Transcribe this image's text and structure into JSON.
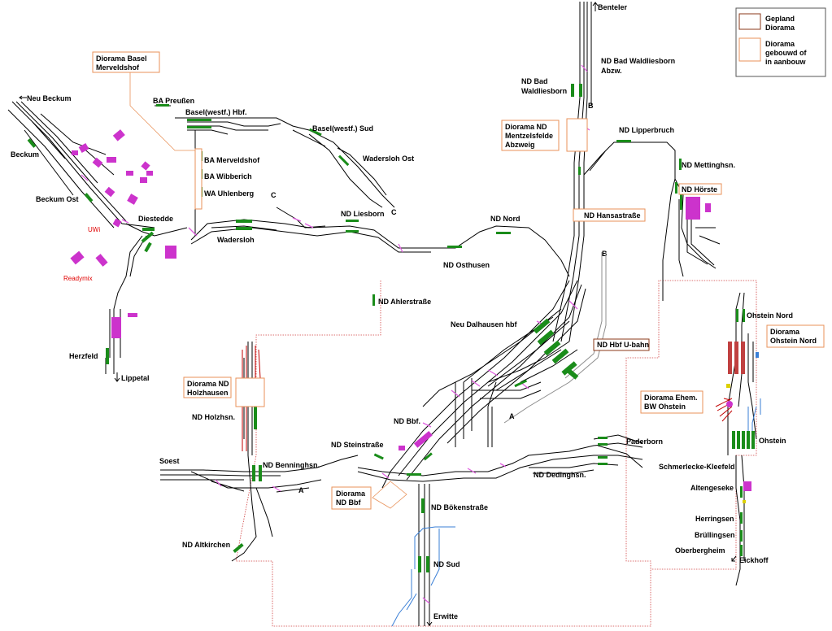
{
  "legend": {
    "planned_label_1": "Gepland",
    "planned_label_2": "Diorama",
    "built_label_1": "Diorama",
    "built_label_2": "gebouwd of",
    "built_label_3": "in aanbouw",
    "planned_color": "#8b3a1a",
    "built_color": "#e8925a"
  },
  "stations": {
    "benteler": "Benteler",
    "nd_bad_waldliesborn_abzw_1": "ND Bad Waldliesborn",
    "nd_bad_waldliesborn_abzw_2": "Abzw.",
    "nd_bad_1": "ND Bad",
    "nd_bad_2": "Waldliesborn",
    "b_top": "B",
    "neu_beckum": "Neu Beckum",
    "beckum": "Beckum",
    "beckum_ost": "Beckum Ost",
    "uwi": "UWi",
    "readymix": "Readymix",
    "diestedde": "Diestedde",
    "ba_preussen": "BA Preußen",
    "basel_hbf": "Basel(westf.) Hbf.",
    "basel_sud": "Basel(westf.) Sud",
    "wadersloh_ost": "Wadersloh Ost",
    "c_right": "C",
    "c_left": "C",
    "ba_merveldshof": "BA Merveldshof",
    "ba_wibberich": "BA Wibberich",
    "wa_uhlenberg": "WA Uhlenberg",
    "wadersloh": "Wadersloh",
    "nd_liesborn": "ND Liesborn",
    "nd_nord": "ND Nord",
    "nd_osthusen": "ND Osthusen",
    "nd_ahlerstrasse": "ND Ahlerstraße",
    "nd_lipperbruch": "ND Lipperbruch",
    "nd_mettinghsn": "ND Mettinghsn.",
    "nd_horste": "ND Hörste",
    "nd_hansastrasse": "ND Hansastraße",
    "b_right": "B",
    "neu_dalhausen_hbf": "Neu Dalhausen hbf",
    "nd_hbf_u_bahn": "ND Hbf U-bahn",
    "ohstein_nord": "Ohstein Nord",
    "herzfeld": "Herzfeld",
    "lippetal": "Lippetal",
    "nd_holzhsn": "ND Holzhsn.",
    "nd_bbf": "ND Bbf.",
    "a_mid": "A",
    "a_low": "A",
    "nd_steinstrasse": "ND Steinstraße",
    "soest": "Soest",
    "nd_benninghsn": "ND Benninghsn.",
    "paderborn": "Paderborn",
    "nd_dedinghsn": "ND Dedinghsn.",
    "ohstein": "Ohstein",
    "schmerlecke": "Schmerlecke-Kleefeld",
    "altengeseke": "Altengeseke",
    "herringsen": "Herringsen",
    "brullingsen": "Brüllingsen",
    "oberbergheim": "Oberbergheim",
    "eickhoff": "Eickhoff",
    "nd_bokenstrasse": "ND Bökenstraße",
    "nd_sud": "ND Sud",
    "erwitte": "Erwitte",
    "nd_altkirchen": "ND Altkirchen"
  },
  "dioramas": {
    "basel_merveldshof_1": "Diorama Basel",
    "basel_merveldshof_2": "Merveldshof",
    "mentzelsfelde_1": "Diorama ND",
    "mentzelsfelde_2": "Mentzelsfelde",
    "mentzelsfelde_3": "Abzweig",
    "holzhausen_1": "Diorama ND",
    "holzhausen_2": "Holzhausen",
    "nd_bbf_1": "Diorama",
    "nd_bbf_2": "ND Bbf",
    "bw_ohstein_1": "Diorama Ehem.",
    "bw_ohstein_2": "BW Ohstein",
    "ohstein_nord_1": "Diorama",
    "ohstein_nord_2": "Ohstein Nord"
  },
  "colors": {
    "track": "#000000",
    "platform": "#1a8c1a",
    "building": "#cc33cc",
    "switch": "#e060e0",
    "u_bahn": "#3a7fd6",
    "planned_track": "#c00000",
    "boundary": "#d04040"
  }
}
